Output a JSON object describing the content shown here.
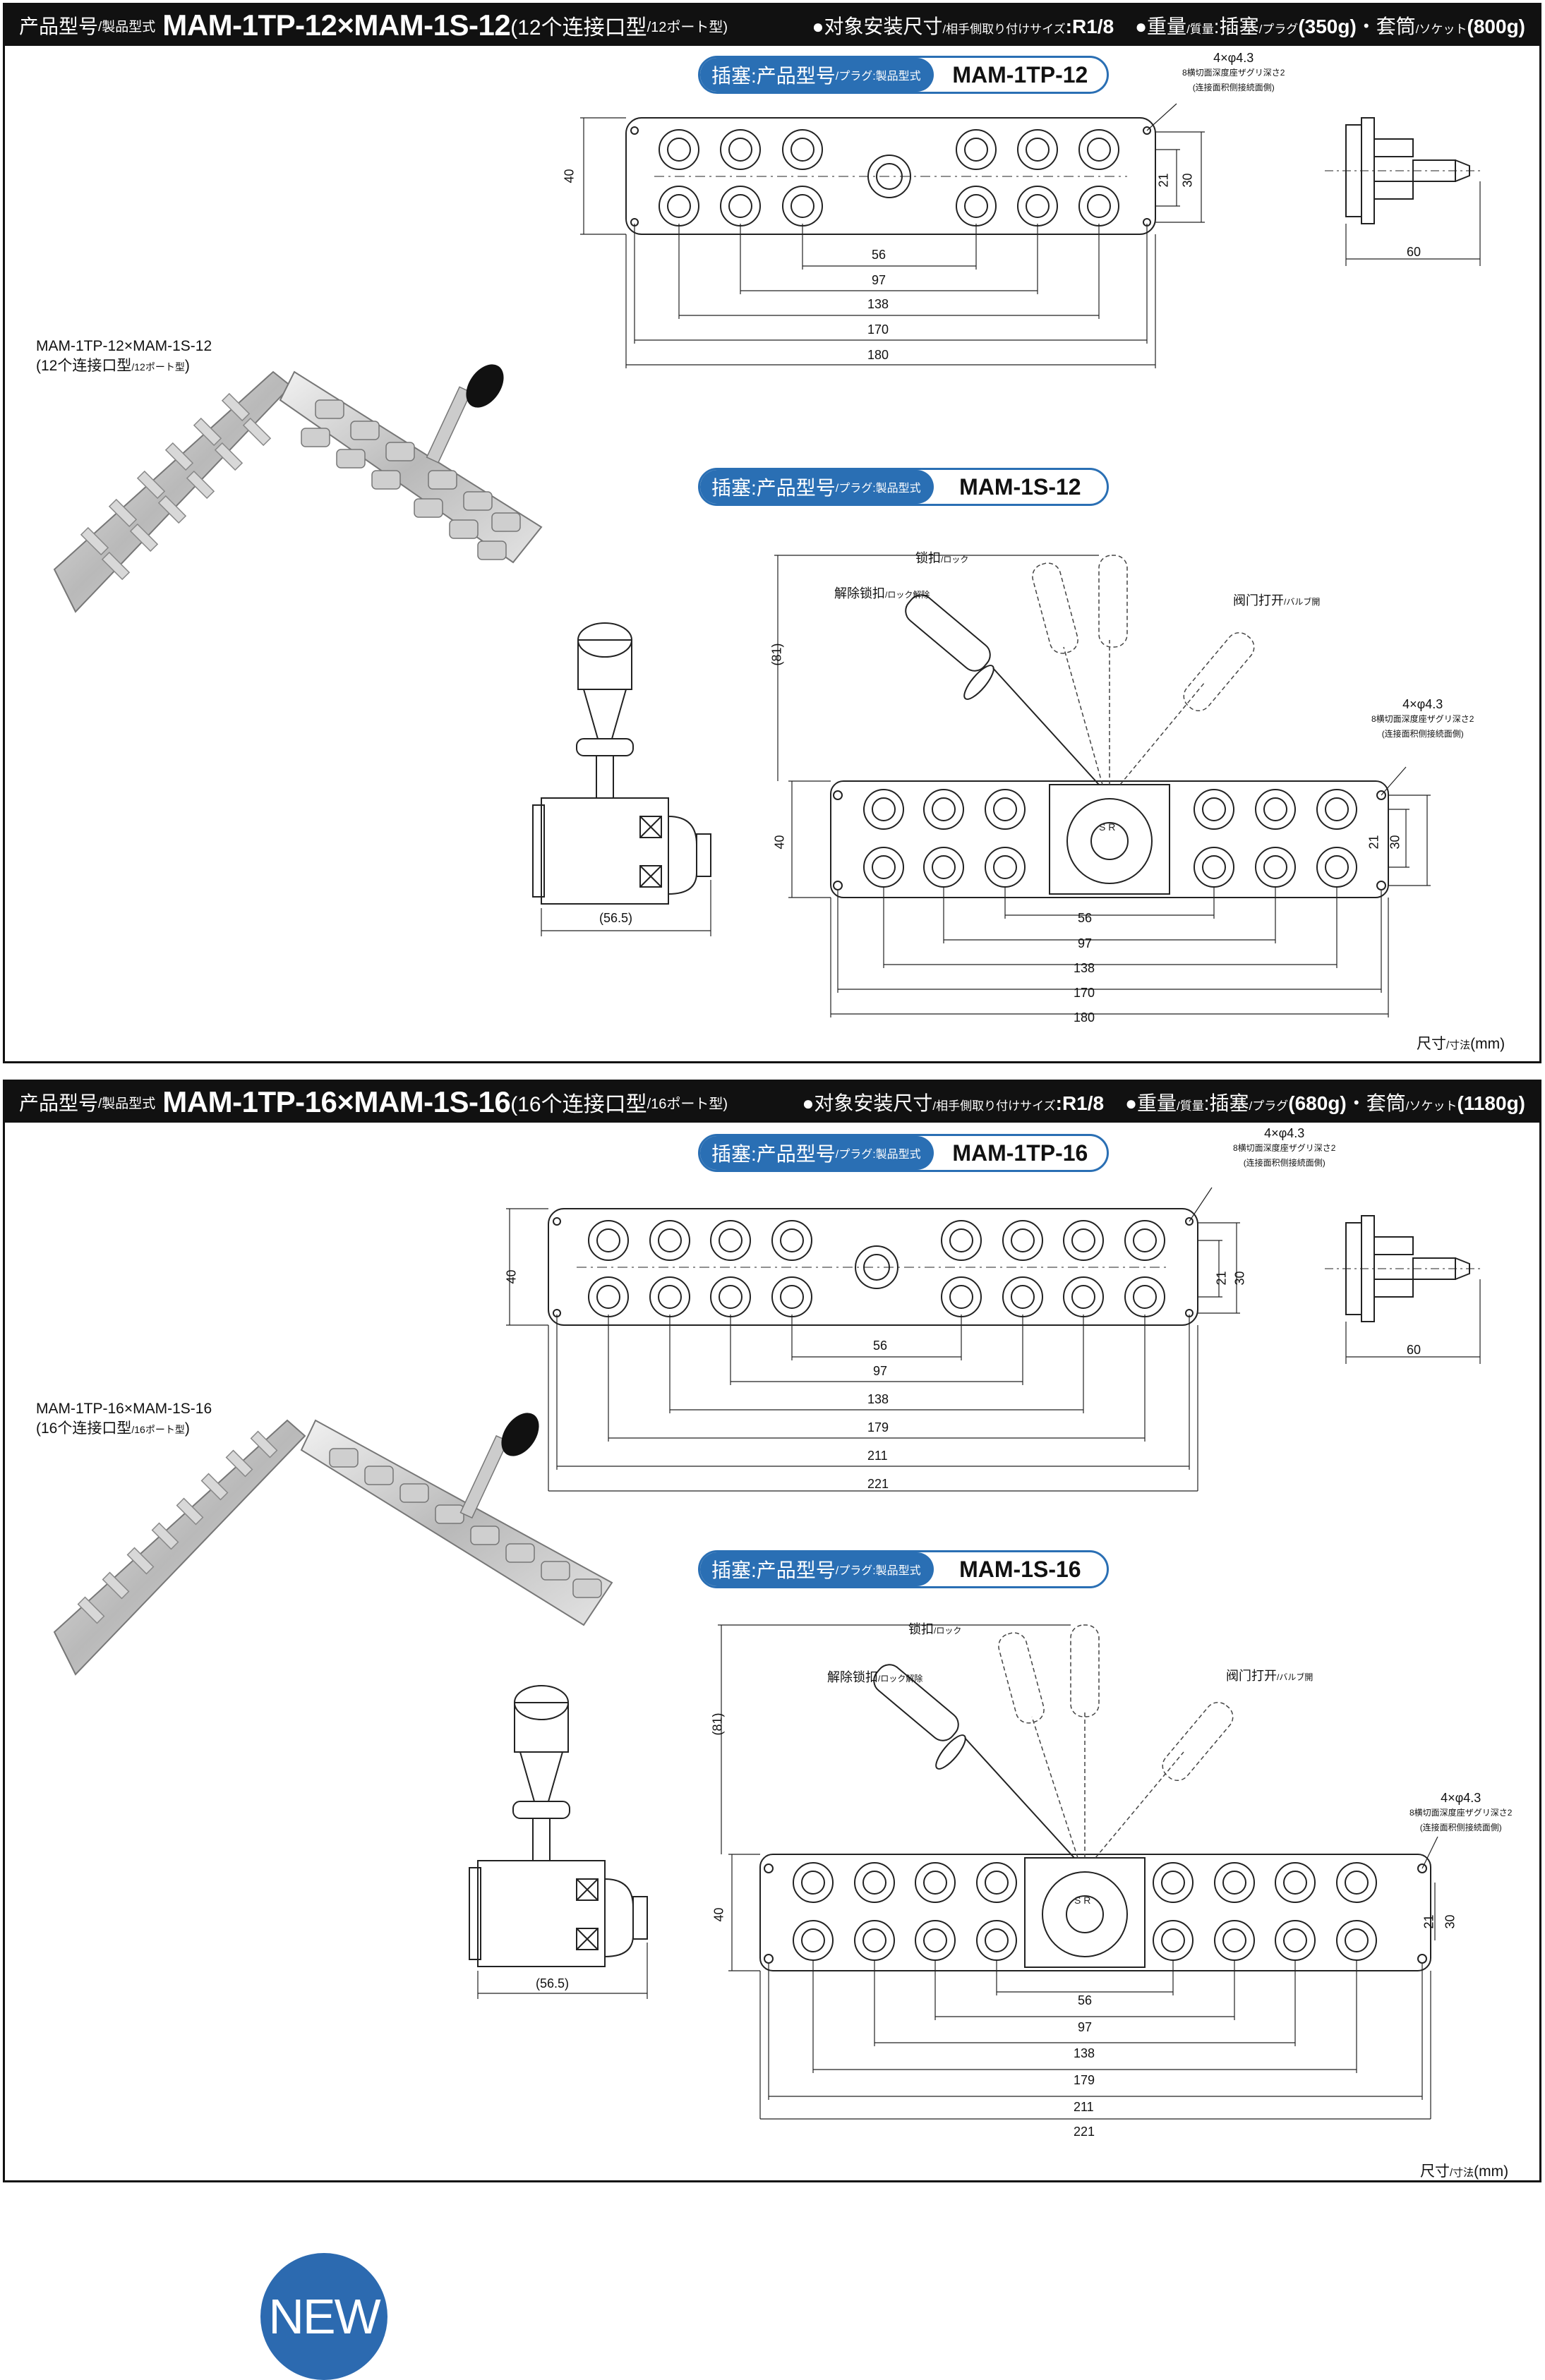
{
  "sections": [
    {
      "header": {
        "label_cn": "产品型号",
        "label_jp": "/製品型式",
        "model": "MAM-1TP-12×MAM-1S-12",
        "ports_cn": "(12个连接口型",
        "ports_jp": "/12ポート型)",
        "mount_label": "●对象安装尺寸",
        "mount_jp": "/相手側取り付けサイズ",
        "mount_value": ":R1/8",
        "weight_label": "●重量",
        "weight_jp": "/質量",
        "plug_label": ":插塞",
        "plug_jp": "/プラグ",
        "plug_value": "(350g)",
        "socket_label": "・套筒",
        "socket_jp": "/ソケット",
        "socket_value": "(800g)"
      },
      "photo_caption": {
        "line1": "MAM-1TP-12×MAM-1S-12",
        "line2_cn": "(12个连接口型",
        "line2_jp": "/12ポート型",
        "line2_end": ")"
      },
      "plug_pill": {
        "label_cn": "插塞:产品型号",
        "label_jp": "/プラグ:製品型式",
        "model": "MAM-1TP-12"
      },
      "socket_pill": {
        "label_cn": "插塞:产品型号",
        "label_jp": "/プラグ:製品型式",
        "model": "MAM-1S-12"
      },
      "plug_dims": {
        "height": "40",
        "inner": "21",
        "outer": "30",
        "widths": [
          "56",
          "97",
          "138",
          "170",
          "180"
        ],
        "side": "60",
        "hole": "4×φ4.3",
        "hole_note1": "8横切面深度",
        "hole_note1_jp": "座ザグリ深さ2",
        "hole_note2": "(连接面积侧",
        "hole_note2_jp": "接続面側)"
      },
      "socket_dims": {
        "height": "40",
        "inner": "21",
        "outer": "30",
        "widths": [
          "56",
          "97",
          "138",
          "170",
          "180"
        ],
        "side": "(56.5)",
        "lever_height": "(81)",
        "hole": "4×φ4.3",
        "hole_note1": "8横切面深度",
        "hole_note1_jp": "座ザグリ深さ2",
        "hole_note2": "(连接面积侧",
        "hole_note2_jp": "接続面側)"
      },
      "lever_labels": {
        "lock": "锁扣",
        "lock_jp": "/ロック",
        "unlock": "解除锁扣",
        "unlock_jp": "/ロック解除",
        "valve": "阀门打开",
        "valve_jp": "/バルブ開",
        "sr": "S R"
      },
      "unit": {
        "cn": "尺寸",
        "jp": "/寸法",
        "mm": "(mm)"
      }
    },
    {
      "header": {
        "label_cn": "产品型号",
        "label_jp": "/製品型式",
        "model": "MAM-1TP-16×MAM-1S-16",
        "ports_cn": "(16个连接口型",
        "ports_jp": "/16ポート型)",
        "mount_label": "●对象安装尺寸",
        "mount_jp": "/相手側取り付けサイズ",
        "mount_value": ":R1/8",
        "weight_label": "●重量",
        "weight_jp": "/質量",
        "plug_label": ":插塞",
        "plug_jp": "/プラグ",
        "plug_value": "(680g)",
        "socket_label": "・套筒",
        "socket_jp": "/ソケット",
        "socket_value": "(1180g)"
      },
      "photo_caption": {
        "line1": "MAM-1TP-16×MAM-1S-16",
        "line2_cn": "(16个连接口型",
        "line2_jp": "/16ポート型",
        "line2_end": ")"
      },
      "badge": "NEW",
      "plug_pill": {
        "label_cn": "插塞:产品型号",
        "label_jp": "/プラグ:製品型式",
        "model": "MAM-1TP-16"
      },
      "socket_pill": {
        "label_cn": "插塞:产品型号",
        "label_jp": "/プラグ:製品型式",
        "model": "MAM-1S-16"
      },
      "plug_dims": {
        "height": "40",
        "inner": "21",
        "outer": "30",
        "widths": [
          "56",
          "97",
          "138",
          "179",
          "211",
          "221"
        ],
        "side": "60",
        "hole": "4×φ4.3",
        "hole_note1": "8横切面深度",
        "hole_note1_jp": "座ザグリ深さ2",
        "hole_note2": "(连接面积侧",
        "hole_note2_jp": "接続面側)"
      },
      "socket_dims": {
        "height": "40",
        "inner": "21",
        "outer": "30",
        "widths": [
          "56",
          "97",
          "138",
          "179",
          "211",
          "221"
        ],
        "side": "(56.5)",
        "lever_height": "(81)",
        "hole": "4×φ4.3",
        "hole_note1": "8横切面深度",
        "hole_note1_jp": "座ザグリ深さ2",
        "hole_note2": "(连接面积侧",
        "hole_note2_jp": "接続面側)"
      },
      "lever_labels": {
        "lock": "锁扣",
        "lock_jp": "/ロック",
        "unlock": "解除锁扣",
        "unlock_jp": "/ロック解除",
        "valve": "阀门打开",
        "valve_jp": "/バルブ開",
        "sr": "S R"
      },
      "unit": {
        "cn": "尺寸",
        "jp": "/寸法",
        "mm": "(mm)"
      }
    }
  ],
  "colors": {
    "accent": "#2a6fb4",
    "badge": "#2c6ab0",
    "header_bg": "#111111"
  }
}
